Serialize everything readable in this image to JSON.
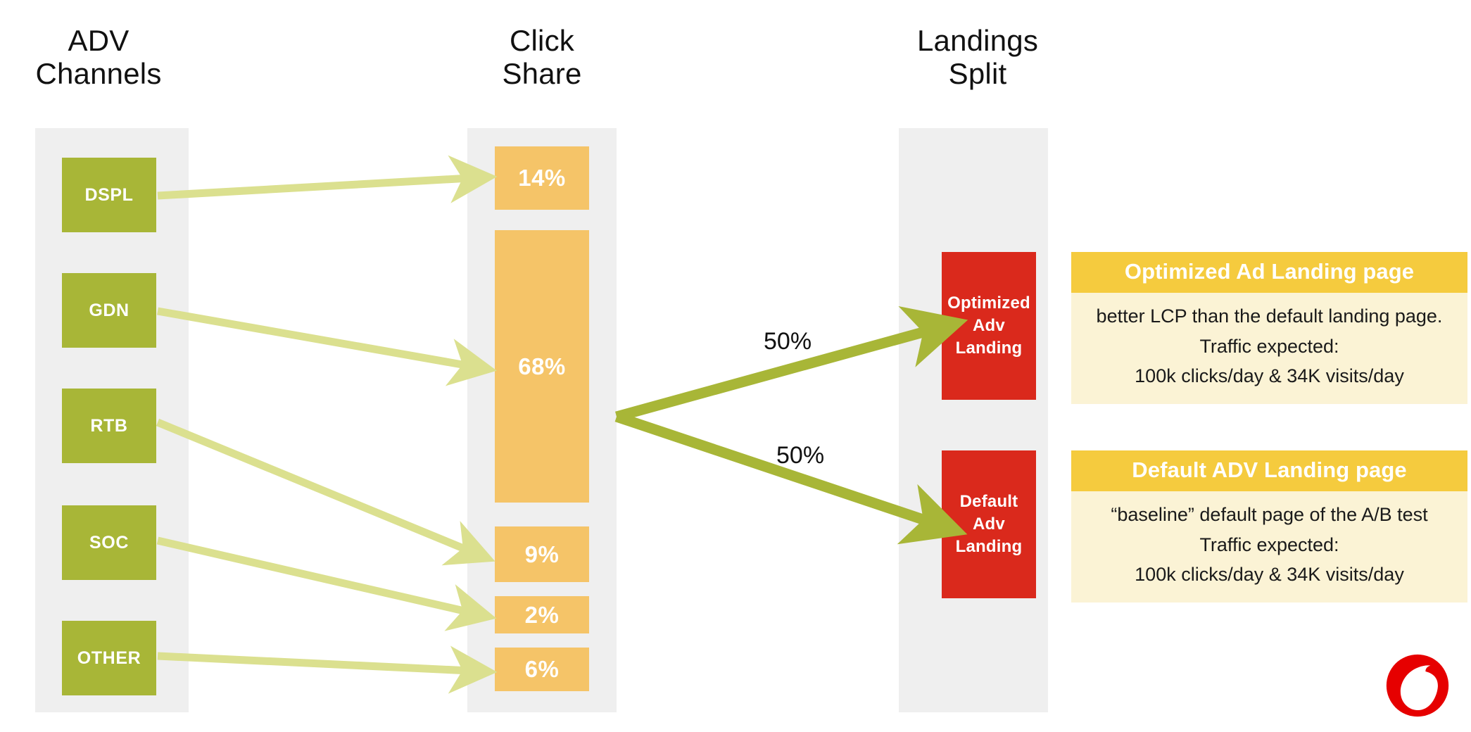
{
  "columns": [
    {
      "name": "adv-channels",
      "title_line1": "ADV",
      "title_line2": "Channels"
    },
    {
      "name": "click-share",
      "title_line1": "Click",
      "title_line2": "Share"
    },
    {
      "name": "landings-split",
      "title_line1": "Landings",
      "title_line2": "Split"
    }
  ],
  "channels": [
    {
      "label": "DSPL"
    },
    {
      "label": "GDN"
    },
    {
      "label": "RTB"
    },
    {
      "label": "SOC"
    },
    {
      "label": "OTHER"
    }
  ],
  "click_share": [
    {
      "label": "14%"
    },
    {
      "label": "68%"
    },
    {
      "label": "9%"
    },
    {
      "label": "2%"
    },
    {
      "label": "6%"
    }
  ],
  "split": {
    "top_label": "50%",
    "bottom_label": "50%"
  },
  "landings": [
    {
      "line1": "Optimized",
      "line2": "Adv",
      "line3": "Landing"
    },
    {
      "line1": "Default",
      "line2": "Adv",
      "line3": "Landing"
    }
  ],
  "cards": [
    {
      "title": "Optimized Ad Landing page",
      "line1": "better LCP than the default landing page.",
      "line2": "Traffic expected:",
      "line3": "100k clicks/day  & 34K visits/day"
    },
    {
      "title": "Default ADV Landing page",
      "line1": "“baseline” default page of the A/B test",
      "line2": "Traffic expected:",
      "line3": "100k clicks/day  & 34K visits/day"
    }
  ],
  "brand": {
    "logo_name": "vodafone-logo"
  },
  "colors": {
    "channel_green": "#A8B637",
    "arrow_light_green": "#DBE08F",
    "arrow_dark_green": "#A8B637",
    "share_orange": "#F5C468",
    "landing_red": "#DA291C",
    "card_header_yellow": "#F5CB3E",
    "card_body_cream": "#FBF3D5",
    "lane_gray": "#EFEFEF",
    "brand_red": "#E60000"
  },
  "chart_data": {
    "type": "diagram",
    "title": "ADV Channels → Click Share → Landings Split",
    "stages": [
      "ADV Channels",
      "Click Share",
      "Landings Split"
    ],
    "categories": [
      "DSPL",
      "GDN",
      "RTB",
      "SOC",
      "OTHER"
    ],
    "values": [
      14,
      68,
      9,
      2,
      6
    ],
    "value_labels": [
      "14%",
      "68%",
      "9%",
      "2%",
      "6%"
    ],
    "unit": "percent",
    "flows": [
      {
        "from": "DSPL",
        "to": "14%"
      },
      {
        "from": "GDN",
        "to": "68%"
      },
      {
        "from": "RTB",
        "to": "9%"
      },
      {
        "from": "SOC",
        "to": "2%"
      },
      {
        "from": "OTHER",
        "to": "6%"
      }
    ],
    "split": [
      {
        "to": "Optimized Adv Landing",
        "value": 50,
        "label": "50%"
      },
      {
        "to": "Default Adv Landing",
        "value": 50,
        "label": "50%"
      }
    ]
  }
}
